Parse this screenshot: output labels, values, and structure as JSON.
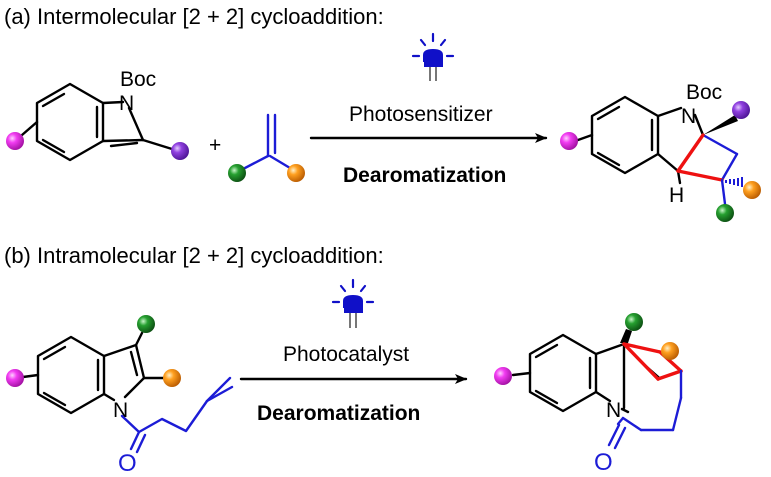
{
  "panels": {
    "a": {
      "title": "(a) Intermolecular [2 + 2] cycloaddition:",
      "plus": "+",
      "reagent": "Photosensitizer",
      "process": "Dearomatization",
      "atoms": {
        "n_start": "N",
        "boc_start": "Boc",
        "n_product": "N",
        "boc_product": "Boc",
        "h_product": "H"
      }
    },
    "b": {
      "title": "(b) Intramolecular  [2 + 2] cycloaddition:",
      "reagent": "Photocatalyst",
      "process": "Dearomatization",
      "atoms": {
        "n_start": "N",
        "o_start": "O",
        "n_product": "N",
        "o_product": "O"
      }
    }
  },
  "substituent_colors": {
    "magenta": "#ee22ee",
    "purple": "#8833dd",
    "green": "#1f8f2a",
    "orange": "#ff9911"
  },
  "highlight_colors": {
    "alkene_chain": "#1c1cd6",
    "new_bonds": "#ee1111",
    "light_source": "#1010c8"
  },
  "icons": [
    "light-source-icon",
    "reaction-arrow-icon"
  ]
}
